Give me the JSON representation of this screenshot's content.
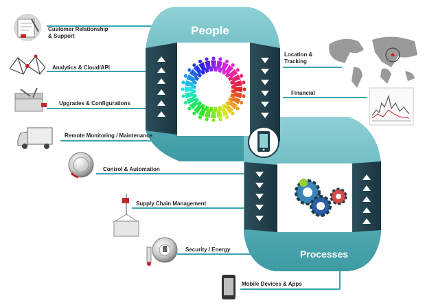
{
  "center": {
    "people_title": "People",
    "processes_title": "Processes"
  },
  "left_items": [
    {
      "label_line1": "Customer Relationship",
      "label_line2": "& Support",
      "icon": "document-pen-icon"
    },
    {
      "label_line1": "Analytics & Cloud/API",
      "icon": "polygon-network-icon"
    },
    {
      "label_line1": "Upgrades & Configurations",
      "icon": "toolbox-icon"
    },
    {
      "label_line1": "Remote Monitoring / Maintenance",
      "icon": "truck-icon"
    },
    {
      "label_line1": "Control & Automation",
      "icon": "dial-knob-icon"
    },
    {
      "label_line1": "Supply Chain Management",
      "icon": "crane-hook-icon"
    },
    {
      "label_line1": "Security / Energy",
      "icon": "lock-dial-icon"
    },
    {
      "label_line1": "Mobile Devices & Apps",
      "icon": "smartphone-icon"
    }
  ],
  "right_items": [
    {
      "label_line1": "Location &",
      "label_line2": "Tracking",
      "icon": "world-map-icon"
    },
    {
      "label_line1": "Financial",
      "icon": "stock-chart-icon"
    }
  ],
  "colors": {
    "teal": "#5fb3bc",
    "teal_light": "#8fd0d4",
    "dark_panel": "#1f3d48",
    "line": "#3aa3ae",
    "accent_red": "#c0272d"
  }
}
